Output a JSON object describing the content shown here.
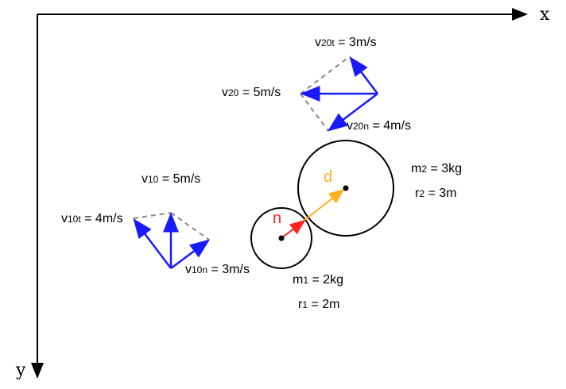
{
  "axes": {
    "x": "x",
    "y": "y"
  },
  "colors": {
    "vector": "#1a1aff",
    "dash": "#888888",
    "normal": "#ff2020",
    "distance": "#ffb020"
  },
  "labels": {
    "v20t": {
      "sym": "v",
      "sub": "20t",
      "val": " = 3m/s"
    },
    "v20": {
      "sym": "v",
      "sub": "20",
      "val": " = 5m/s"
    },
    "v20n": {
      "sym": "v",
      "sub": "20n",
      "val": " = 4m/s"
    },
    "v10": {
      "sym": "v",
      "sub": "10",
      "val": " = 5m/s"
    },
    "v10t": {
      "sym": "v",
      "sub": "10t",
      "val": " = 4m/s"
    },
    "v10n": {
      "sym": "v",
      "sub": "10n",
      "val": " = 3m/s"
    },
    "m2": {
      "sym": "m",
      "sub": "2",
      "val": " = 3kg"
    },
    "r2": {
      "sym": "r",
      "sub": "2",
      "val": " = 3m"
    },
    "m1": {
      "sym": "m",
      "sub": "1",
      "val": " = 2kg"
    },
    "r1": {
      "sym": "r",
      "sub": "1",
      "val": " = 2m"
    },
    "n": "n",
    "d": "d"
  }
}
